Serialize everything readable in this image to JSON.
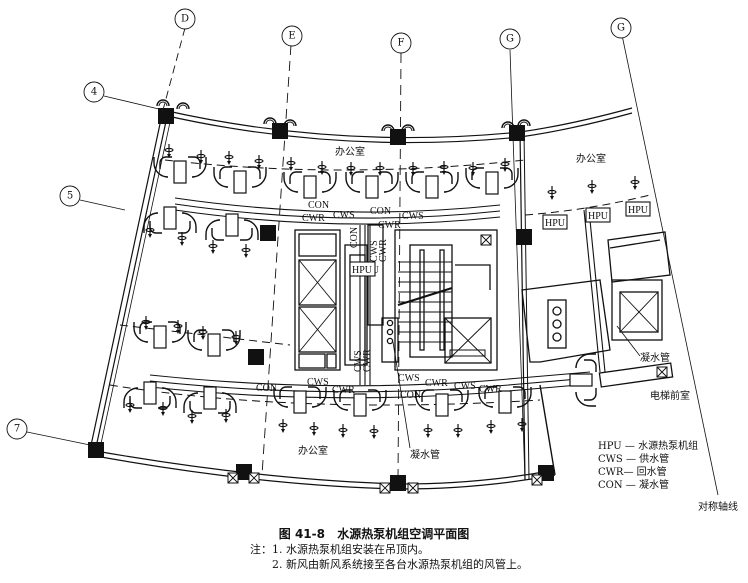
{
  "figure": {
    "number": "图 41-8",
    "title": "水源热泵机组空调平面图"
  },
  "notes": {
    "prefix": "注：",
    "items": [
      "1. 水源热泵机组安装在吊顶内。",
      "2. 新风由新风系统接至各台水源热泵机组的风管上。"
    ]
  },
  "axes": {
    "columns": [
      "D",
      "E",
      "F",
      "G",
      "G"
    ],
    "rows": [
      "4",
      "5",
      "7"
    ]
  },
  "rooms": {
    "office": "办公室",
    "elevator_lobby": "电梯前室"
  },
  "annotations": {
    "condensate_pipe": "凝水管",
    "symmetry_axis": "对称轴线"
  },
  "pipe_labels": {
    "hpu": "HPU",
    "cws": "CWS",
    "cwr": "CWR",
    "con": "CON"
  },
  "legend": [
    {
      "code": "HPU",
      "sep": "—",
      "desc": "水源热泵机组"
    },
    {
      "code": "CWS",
      "sep": "—",
      "desc": "供水管"
    },
    {
      "code": "CWR",
      "sep": "—",
      "desc": "回水管"
    },
    {
      "code": "CON",
      "sep": "—",
      "desc": "凝水管"
    }
  ]
}
